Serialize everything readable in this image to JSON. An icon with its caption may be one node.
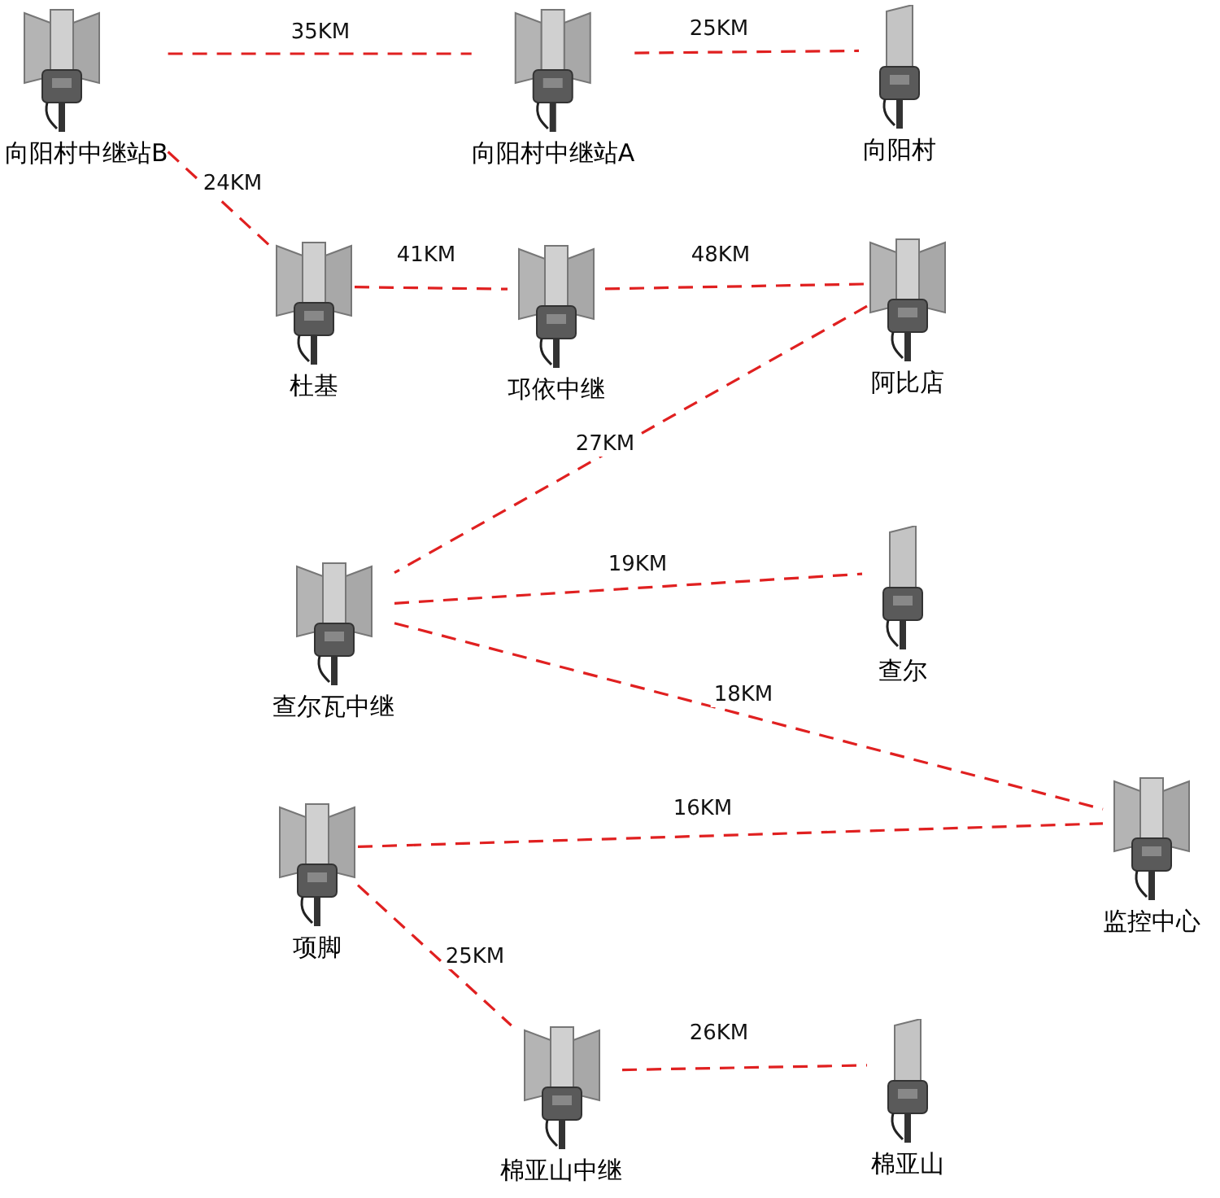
{
  "diagram": {
    "nodes": [
      {
        "text": [
          "向阳村中继站B"
        ]
      },
      {
        "text": [
          "向阳村中继站A"
        ]
      },
      {
        "text": [
          "向阳村"
        ]
      },
      {
        "text": [
          "杜基"
        ]
      },
      {
        "text": [
          "邛依中继"
        ]
      },
      {
        "text": [
          "阿比店"
        ]
      },
      {
        "text": [
          "查尔瓦中继"
        ]
      },
      {
        "text": [
          "查尔"
        ]
      },
      {
        "text": [
          "监控中心"
        ]
      },
      {
        "text": [
          "项脚"
        ]
      },
      {
        "text": [
          "棉亚山中继"
        ]
      },
      {
        "text": [
          "棉亚山"
        ]
      }
    ],
    "edges": [
      {
        "from": 0,
        "to": 1,
        "arrow": "none",
        "label": "35KM",
        "style": "dashed"
      },
      {
        "from": 1,
        "to": 2,
        "arrow": "none",
        "label": "25KM",
        "style": "dashed"
      },
      {
        "from": 0,
        "to": 3,
        "arrow": "none",
        "label": "24KM",
        "style": "dashed"
      },
      {
        "from": 3,
        "to": 4,
        "arrow": "none",
        "label": "41KM",
        "style": "dashed"
      },
      {
        "from": 4,
        "to": 5,
        "arrow": "none",
        "label": "48KM",
        "style": "dashed"
      },
      {
        "from": 5,
        "to": 6,
        "arrow": "none",
        "label": "27KM",
        "style": "dashed"
      },
      {
        "from": 6,
        "to": 7,
        "arrow": "none",
        "label": "19KM",
        "style": "dashed"
      },
      {
        "from": 6,
        "to": 8,
        "arrow": "none",
        "label": "18KM",
        "style": "dashed"
      },
      {
        "from": 9,
        "to": 8,
        "arrow": "none",
        "label": "16KM",
        "style": "dashed"
      },
      {
        "from": 9,
        "to": 10,
        "arrow": "none",
        "label": "25KM",
        "style": "dashed"
      },
      {
        "from": 10,
        "to": 11,
        "arrow": "none",
        "label": "26KM",
        "style": "dashed"
      }
    ]
  }
}
